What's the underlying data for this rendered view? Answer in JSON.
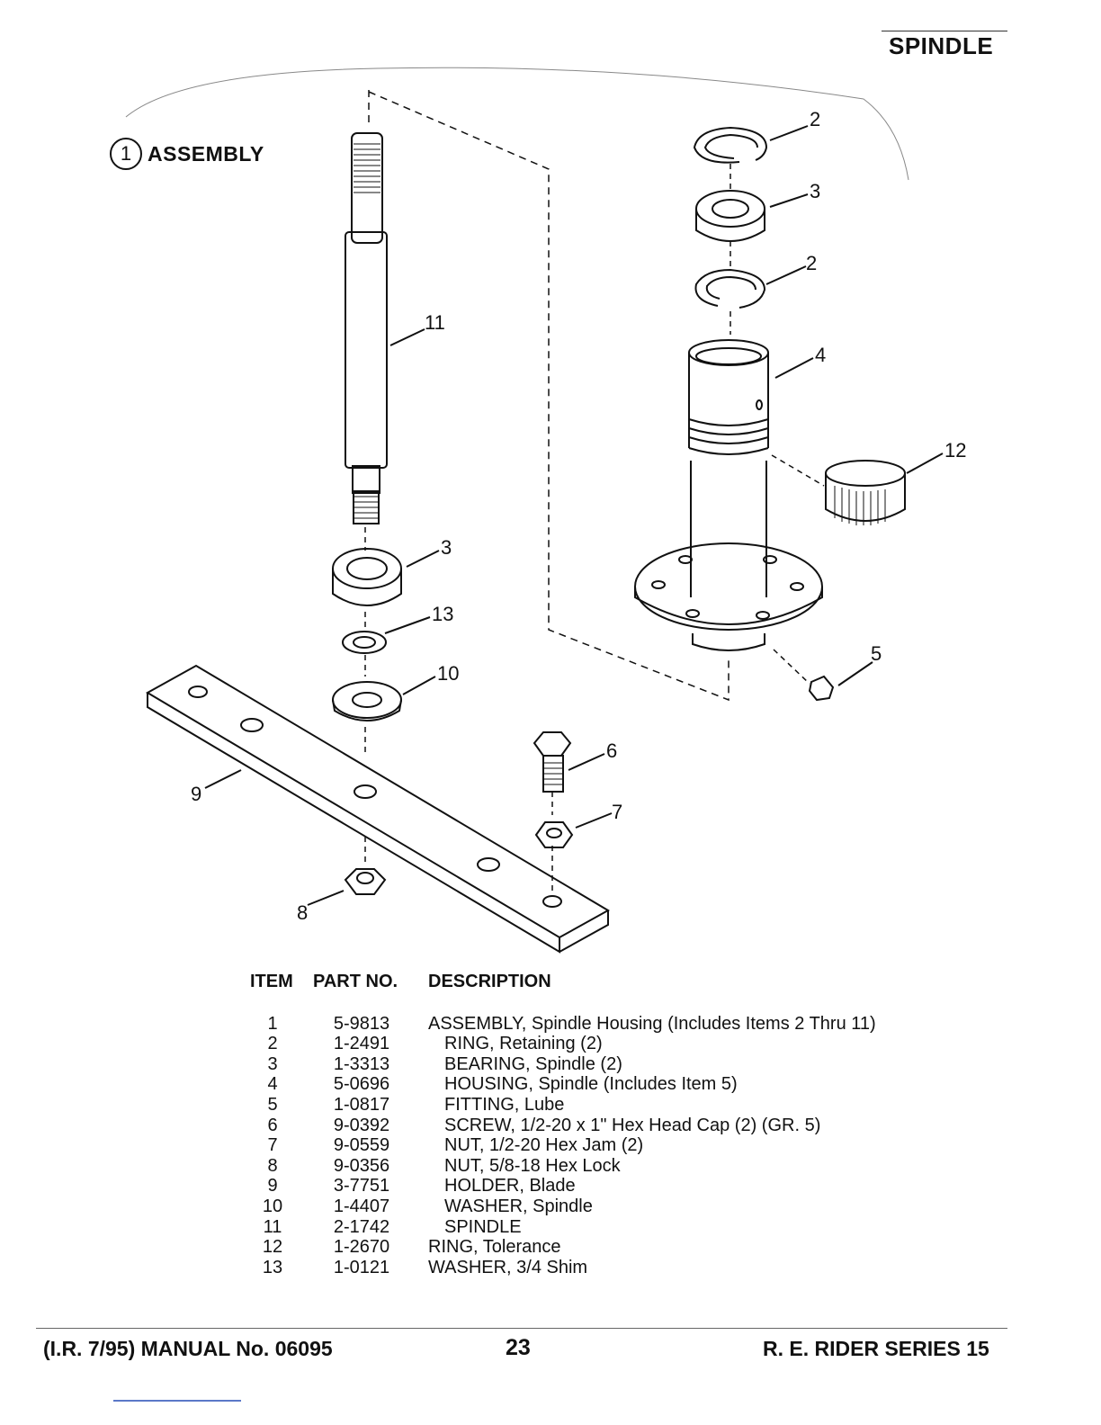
{
  "header": {
    "title": "SPINDLE"
  },
  "assembly": {
    "number": "1",
    "label": "ASSEMBLY"
  },
  "callouts": [
    "2",
    "3",
    "2",
    "4",
    "12",
    "5",
    "11",
    "3",
    "13",
    "10",
    "6",
    "7",
    "9",
    "8"
  ],
  "table": {
    "headers": {
      "item": "ITEM",
      "part": "PART NO.",
      "desc": "DESCRIPTION"
    },
    "rows": [
      {
        "item": "1",
        "part": "5-9813",
        "desc": "ASSEMBLY, Spindle Housing (Includes Items 2 Thru 11)",
        "indent": false
      },
      {
        "item": "2",
        "part": "1-2491",
        "desc": "RING, Retaining (2)",
        "indent": true
      },
      {
        "item": "3",
        "part": "1-3313",
        "desc": "BEARING, Spindle (2)",
        "indent": true
      },
      {
        "item": "4",
        "part": "5-0696",
        "desc": "HOUSING, Spindle (Includes Item 5)",
        "indent": true
      },
      {
        "item": "5",
        "part": "1-0817",
        "desc": "FITTING, Lube",
        "indent": true
      },
      {
        "item": "6",
        "part": "9-0392",
        "desc": "SCREW, 1/2-20 x 1\" Hex Head Cap (2) (GR. 5)",
        "indent": true
      },
      {
        "item": "7",
        "part": "9-0559",
        "desc": "NUT, 1/2-20 Hex Jam (2)",
        "indent": true
      },
      {
        "item": "8",
        "part": "9-0356",
        "desc": "NUT, 5/8-18 Hex Lock",
        "indent": true
      },
      {
        "item": "9",
        "part": "3-7751",
        "desc": "HOLDER, Blade",
        "indent": true
      },
      {
        "item": "10",
        "part": "1-4407",
        "desc": "WASHER, Spindle",
        "indent": true
      },
      {
        "item": "11",
        "part": "2-1742",
        "desc": "SPINDLE",
        "indent": true
      },
      {
        "item": "12",
        "part": "1-2670",
        "desc": "RING, Tolerance",
        "indent": false
      },
      {
        "item": "13",
        "part": "1-0121",
        "desc": "WASHER, 3/4 Shim",
        "indent": false
      }
    ]
  },
  "footer": {
    "left": "(I.R. 7/95) MANUAL No. 06095",
    "page": "23",
    "right": "R. E. RIDER SERIES 15"
  }
}
